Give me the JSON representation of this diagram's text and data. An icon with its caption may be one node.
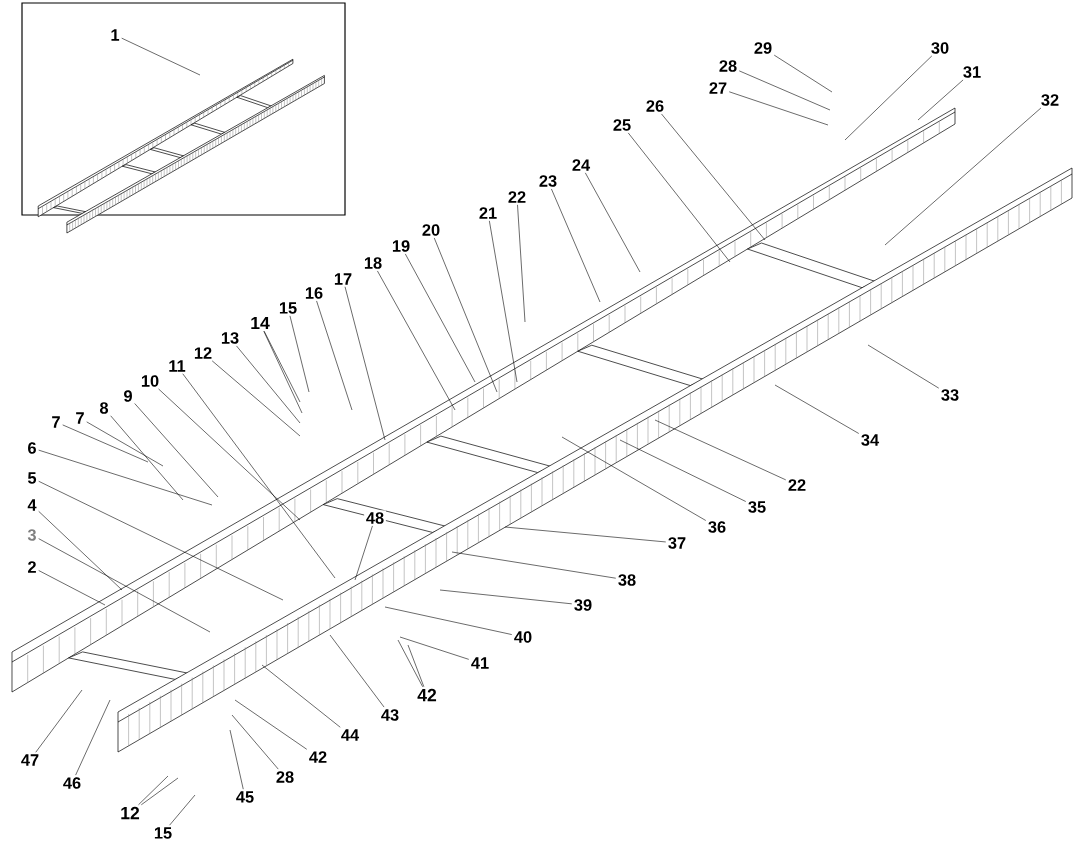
{
  "diagram": {
    "nodes": [
      {
        "text": [
          "1"
        ]
      },
      {
        "text": [
          "2"
        ]
      },
      {
        "text": [
          "3"
        ]
      },
      {
        "text": [
          "4"
        ]
      },
      {
        "text": [
          "5"
        ]
      },
      {
        "text": [
          "6"
        ]
      },
      {
        "text": [
          "7"
        ]
      },
      {
        "text": [
          "7"
        ]
      },
      {
        "text": [
          "8"
        ]
      },
      {
        "text": [
          "9"
        ]
      },
      {
        "text": [
          "10"
        ]
      },
      {
        "text": [
          "11"
        ]
      },
      {
        "text": [
          "12"
        ]
      },
      {
        "text": [
          "13"
        ]
      },
      {
        "text": [
          "14"
        ]
      },
      {
        "text": [
          "15"
        ]
      },
      {
        "text": [
          "16"
        ]
      },
      {
        "text": [
          "17"
        ]
      },
      {
        "text": [
          "18"
        ]
      },
      {
        "text": [
          "19"
        ]
      },
      {
        "text": [
          "20"
        ]
      },
      {
        "text": [
          "21"
        ]
      },
      {
        "text": [
          "22"
        ]
      },
      {
        "text": [
          "23"
        ]
      },
      {
        "text": [
          "24"
        ]
      },
      {
        "text": [
          "25"
        ]
      },
      {
        "text": [
          "26"
        ]
      },
      {
        "text": [
          "27"
        ]
      },
      {
        "text": [
          "28"
        ]
      },
      {
        "text": [
          "29"
        ]
      },
      {
        "text": [
          "30"
        ]
      },
      {
        "text": [
          "31"
        ]
      },
      {
        "text": [
          "32"
        ]
      },
      {
        "text": [
          "33"
        ]
      },
      {
        "text": [
          "34"
        ]
      },
      {
        "text": [
          "22"
        ]
      },
      {
        "text": [
          "35"
        ]
      },
      {
        "text": [
          "36"
        ]
      },
      {
        "text": [
          "37"
        ]
      },
      {
        "text": [
          "38"
        ]
      },
      {
        "text": [
          "39"
        ]
      },
      {
        "text": [
          "40"
        ]
      },
      {
        "text": [
          "41"
        ]
      },
      {
        "text": [
          "42"
        ]
      },
      {
        "text": [
          "43"
        ]
      },
      {
        "text": [
          "44"
        ]
      },
      {
        "text": [
          "42"
        ]
      },
      {
        "text": [
          "28"
        ]
      },
      {
        "text": [
          "45"
        ]
      },
      {
        "text": [
          "12"
        ]
      },
      {
        "text": [
          "15"
        ]
      },
      {
        "text": [
          "46"
        ]
      },
      {
        "text": [
          "47"
        ]
      },
      {
        "text": [
          "48"
        ]
      }
    ],
    "edges": [
      {
        "from": 0,
        "to": null,
        "arrow": "none"
      },
      {
        "from": 1,
        "to": null,
        "arrow": "none"
      },
      {
        "from": 2,
        "to": null,
        "arrow": "none"
      },
      {
        "from": 3,
        "to": null,
        "arrow": "none"
      },
      {
        "from": 4,
        "to": null,
        "arrow": "none"
      },
      {
        "from": 5,
        "to": null,
        "arrow": "none"
      },
      {
        "from": 6,
        "to": null,
        "arrow": "none"
      },
      {
        "from": 7,
        "to": null,
        "arrow": "none"
      },
      {
        "from": 8,
        "to": null,
        "arrow": "none"
      },
      {
        "from": 9,
        "to": null,
        "arrow": "none"
      },
      {
        "from": 10,
        "to": null,
        "arrow": "none"
      },
      {
        "from": 11,
        "to": null,
        "arrow": "none"
      },
      {
        "from": 12,
        "to": null,
        "arrow": "none"
      },
      {
        "from": 13,
        "to": null,
        "arrow": "none"
      },
      {
        "from": 14,
        "to": null,
        "arrow": "none"
      },
      {
        "from": 14,
        "to": null,
        "arrow": "none"
      },
      {
        "from": 15,
        "to": null,
        "arrow": "none"
      },
      {
        "from": 16,
        "to": null,
        "arrow": "none"
      },
      {
        "from": 17,
        "to": null,
        "arrow": "none"
      },
      {
        "from": 18,
        "to": null,
        "arrow": "none"
      },
      {
        "from": 19,
        "to": null,
        "arrow": "none"
      },
      {
        "from": 20,
        "to": null,
        "arrow": "none"
      },
      {
        "from": 21,
        "to": null,
        "arrow": "none"
      },
      {
        "from": 22,
        "to": null,
        "arrow": "none"
      },
      {
        "from": 23,
        "to": null,
        "arrow": "none"
      },
      {
        "from": 24,
        "to": null,
        "arrow": "none"
      },
      {
        "from": 25,
        "to": null,
        "arrow": "none"
      },
      {
        "from": 26,
        "to": null,
        "arrow": "none"
      },
      {
        "from": 27,
        "to": null,
        "arrow": "none"
      },
      {
        "from": 28,
        "to": null,
        "arrow": "none"
      },
      {
        "from": 29,
        "to": null,
        "arrow": "none"
      },
      {
        "from": 30,
        "to": null,
        "arrow": "none"
      },
      {
        "from": 31,
        "to": null,
        "arrow": "none"
      },
      {
        "from": 32,
        "to": null,
        "arrow": "none"
      },
      {
        "from": 33,
        "to": null,
        "arrow": "none"
      },
      {
        "from": 34,
        "to": null,
        "arrow": "none"
      },
      {
        "from": 35,
        "to": null,
        "arrow": "none"
      },
      {
        "from": 36,
        "to": null,
        "arrow": "none"
      },
      {
        "from": 37,
        "to": null,
        "arrow": "none"
      },
      {
        "from": 38,
        "to": null,
        "arrow": "none"
      },
      {
        "from": 39,
        "to": null,
        "arrow": "none"
      },
      {
        "from": 40,
        "to": null,
        "arrow": "none"
      },
      {
        "from": 41,
        "to": null,
        "arrow": "none"
      },
      {
        "from": 42,
        "to": null,
        "arrow": "none"
      },
      {
        "from": 43,
        "to": null,
        "arrow": "none"
      },
      {
        "from": 43,
        "to": null,
        "arrow": "none"
      },
      {
        "from": 44,
        "to": null,
        "arrow": "none"
      },
      {
        "from": 45,
        "to": null,
        "arrow": "none"
      },
      {
        "from": 46,
        "to": null,
        "arrow": "none"
      },
      {
        "from": 47,
        "to": null,
        "arrow": "none"
      },
      {
        "from": 48,
        "to": null,
        "arrow": "none"
      },
      {
        "from": 49,
        "to": null,
        "arrow": "none"
      },
      {
        "from": 49,
        "to": null,
        "arrow": "none"
      },
      {
        "from": 50,
        "to": null,
        "arrow": "none"
      },
      {
        "from": 51,
        "to": null,
        "arrow": "none"
      },
      {
        "from": 52,
        "to": null,
        "arrow": "none"
      },
      {
        "from": 53,
        "to": null,
        "arrow": "none"
      }
    ]
  }
}
